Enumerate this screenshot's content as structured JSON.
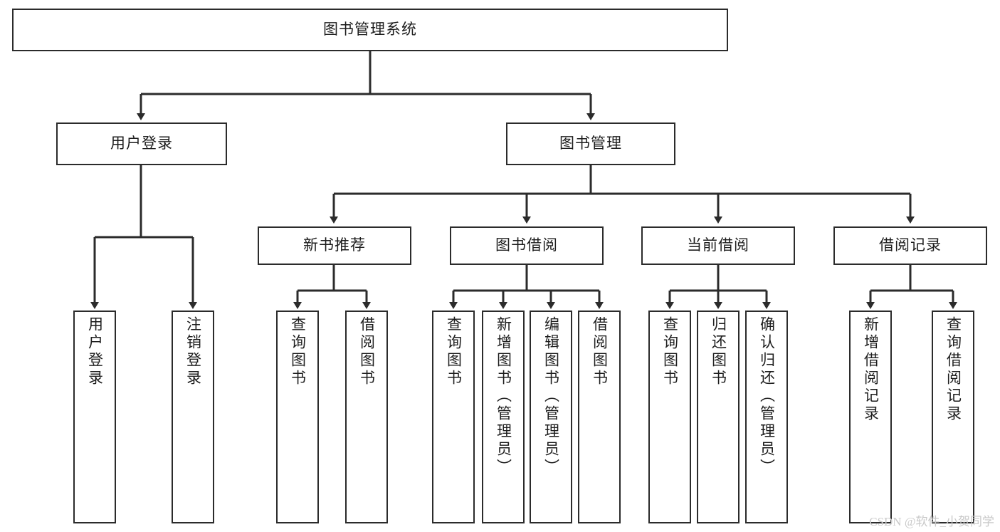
{
  "diagram": {
    "title": "图书管理系统",
    "watermark": "CSDN @软件_小贺同学",
    "line_color": "#2b2b2b",
    "box_fill": "#ffffff",
    "text_color": "#1d1d1d",
    "root": {
      "label": "图书管理系统"
    },
    "level2": [
      {
        "label": "用户登录"
      },
      {
        "label": "图书管理"
      }
    ],
    "level3": [
      {
        "label": "新书推荐"
      },
      {
        "label": "图书借阅"
      },
      {
        "label": "当前借阅"
      },
      {
        "label": "借阅记录"
      }
    ],
    "leaves": {
      "user_login": [
        {
          "label": "用户登录"
        },
        {
          "label": "注销登录"
        }
      ],
      "new_book": [
        {
          "label": "查询图书"
        },
        {
          "label": "借阅图书"
        }
      ],
      "book_borrow": [
        {
          "label": "查询图书"
        },
        {
          "label": "新增图书（管理员）"
        },
        {
          "label": "编辑图书（管理员）"
        },
        {
          "label": "借阅图书"
        }
      ],
      "current_borrow": [
        {
          "label": "查询图书"
        },
        {
          "label": "归还图书"
        },
        {
          "label": "确认归还（管理员）"
        }
      ],
      "borrow_record": [
        {
          "label": "新增借阅记录"
        },
        {
          "label": "查询借阅记录"
        }
      ]
    }
  }
}
